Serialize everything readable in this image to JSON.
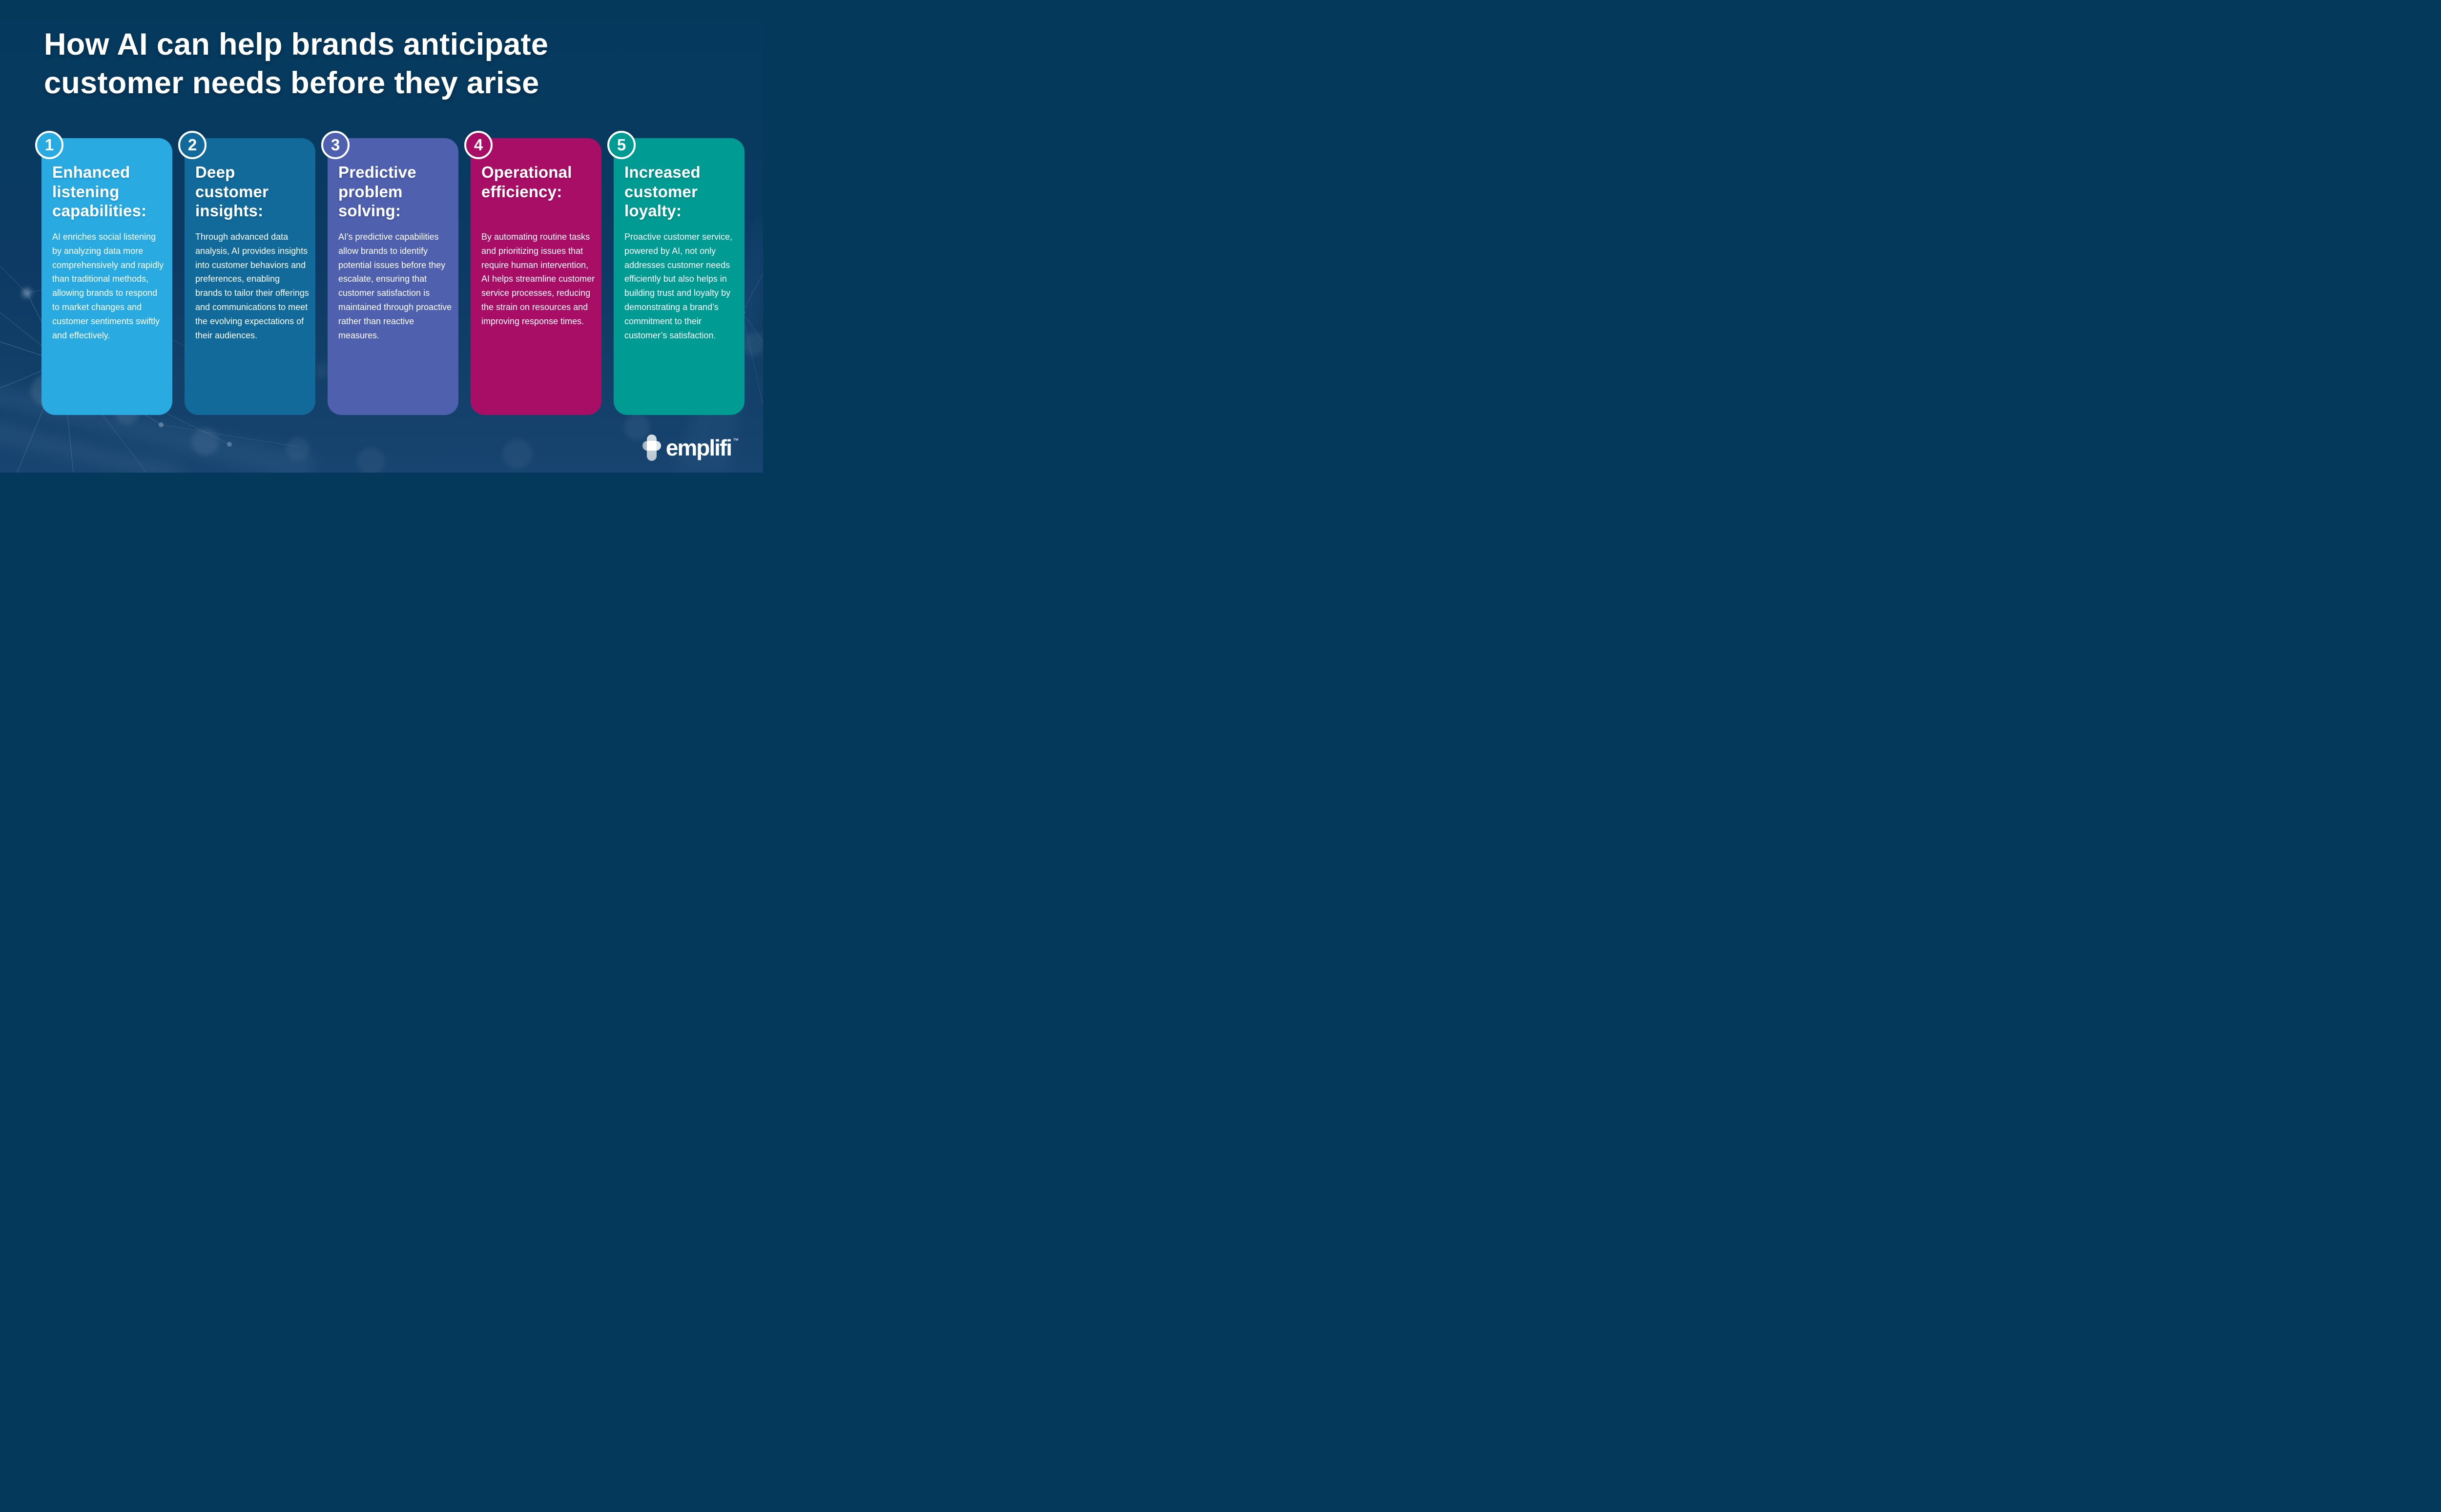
{
  "title": {
    "line1": "How AI can help brands anticipate",
    "line2": "customer needs before they arise"
  },
  "cards": [
    {
      "number": "1",
      "heading": "Enhanced listening capabilities:",
      "body": "AI enriches social listening by analyzing data more comprehensively and rapidly than traditional methods, allowing brands to respond to market changes and customer sentiments swiftly and effectively.",
      "color": "#29abe2"
    },
    {
      "number": "2",
      "heading": "Deep customer insights:",
      "body": "Through advanced data analysis, AI provides insights into customer behaviors and preferences, enabling brands to tailor their offerings and communications to meet the evolving expectations of their audiences.",
      "color": "#116a9a"
    },
    {
      "number": "3",
      "heading": "Predictive problem solving:",
      "body": "AI's predictive capabilities allow brands to identify potential issues before they escalate, ensuring that customer satisfaction is maintained through proactive rather than reactive measures.",
      "color": "#4e60ae"
    },
    {
      "number": "4",
      "heading": "Operational efficiency:",
      "body": "By automating routine tasks and prioritizing issues that require human intervention, AI helps streamline customer service processes, reducing the strain on resources and improving response times.",
      "color": "#a90e66"
    },
    {
      "number": "5",
      "heading": "Increased customer loyalty:",
      "body": "Proactive customer service, powered by AI, not only addresses customer needs efficiently but also helps in building trust and loyalty by demonstrating a brand’s commitment to their customer’s satisfaction.",
      "color": "#009b92"
    }
  ],
  "logo": {
    "text": "emplifi",
    "trademark": "™",
    "icon": "emplifi-plus-icon"
  },
  "colors": {
    "background_top": "#04395c",
    "background_mid": "#0c3a64",
    "background_bottom": "#174470",
    "text": "#ffffff",
    "badge_ring": "#ffffff"
  }
}
